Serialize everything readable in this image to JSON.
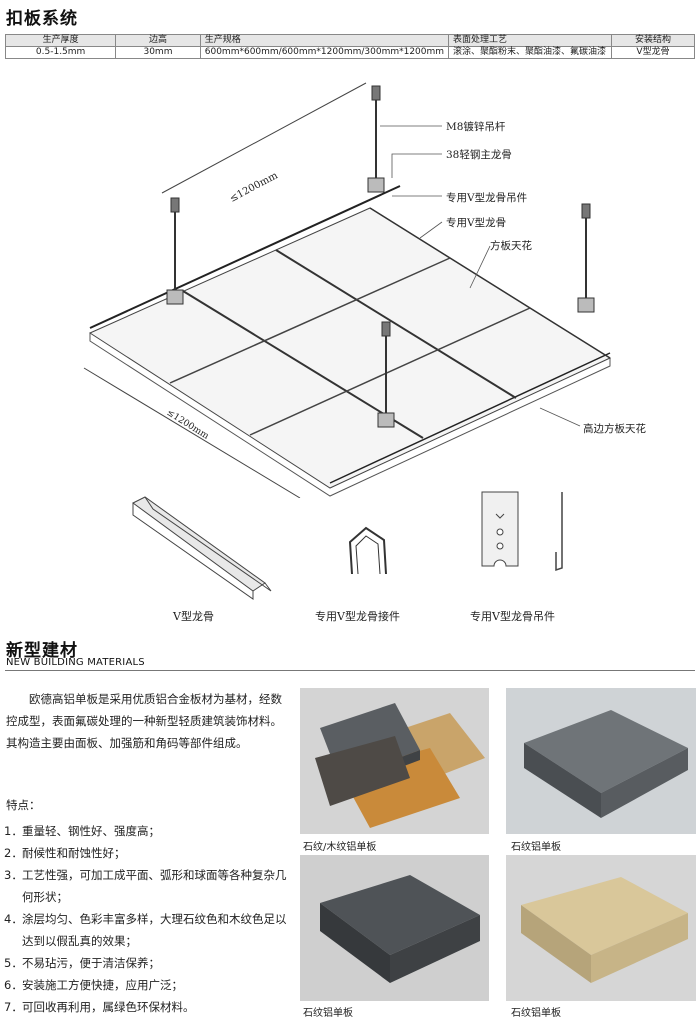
{
  "system": {
    "title": "扣板系统",
    "table": {
      "headers": [
        "生产厚度",
        "边高",
        "生产规格",
        "表面处理工艺",
        "安装结构"
      ],
      "row": [
        "0.5-1.5mm",
        "30mm",
        "600mm*600mm/600mm*1200mm/300mm*1200mm",
        "滚涂、聚酯粉末、聚酯油漆、氟碳油漆",
        "V型龙骨"
      ]
    },
    "diagram": {
      "dim_top": "≤1200mm",
      "dim_bottom": "≤1200mm",
      "callouts": [
        "M8镀锌吊杆",
        "38轻钢主龙骨",
        "专用V型龙骨吊件",
        "专用V型龙骨",
        "方板天花",
        "高边方板天花"
      ]
    },
    "parts": [
      "V型龙骨",
      "专用V型龙骨接件",
      "专用V型龙骨吊件"
    ]
  },
  "materials": {
    "title": "新型建材",
    "title_en": "NEW BUILDING MATERIALS",
    "intro": "欧德高铝单板是采用优质铝合金板材为基材，经数控成型，表面氟碳处理的一种新型轻质建筑装饰材料。其构造主要由面板、加强筋和角码等部件组成。",
    "features_title": "特点：",
    "features": [
      {
        "num": "1．",
        "text": "重量轻、钢性好、强度高；"
      },
      {
        "num": "2．",
        "text": "耐候性和耐蚀性好；"
      },
      {
        "num": "3．",
        "text": "工艺性强，可加工成平面、弧形和球面等各种复杂几何形状；"
      },
      {
        "num": "4．",
        "text": "涂层均匀、色彩丰富多样，大理石纹色和木纹色足以达到以假乱真的效果；"
      },
      {
        "num": "5．",
        "text": "不易玷污，便于清洁保养；"
      },
      {
        "num": "6．",
        "text": "安装施工方便快捷，应用广泛；"
      },
      {
        "num": "7．",
        "text": "可回收再利用，属绿色环保材料。"
      }
    ],
    "photos": [
      {
        "caption": "石纹/木纹铝单板"
      },
      {
        "caption": "石纹铝单板"
      },
      {
        "caption": "石纹铝单板"
      },
      {
        "caption": "石纹铝单板"
      }
    ]
  }
}
